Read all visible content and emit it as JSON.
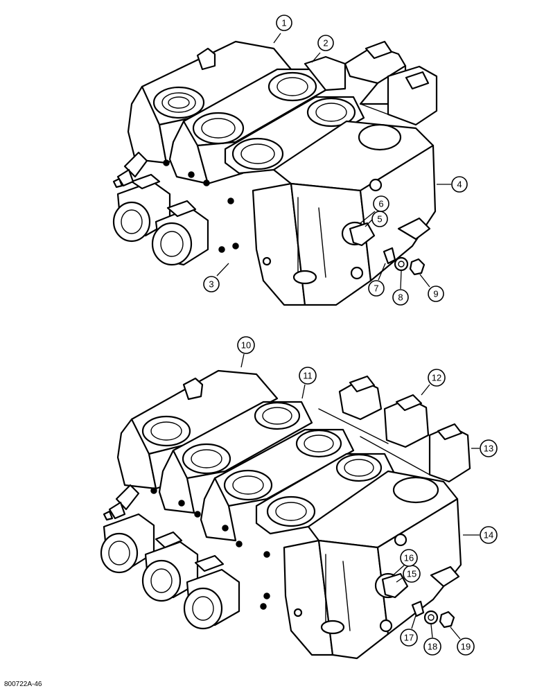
{
  "figure": {
    "reference": "800722A-46",
    "upper_callouts": [
      "1",
      "2",
      "3",
      "4",
      "5",
      "6",
      "7",
      "8",
      "9"
    ],
    "lower_callouts": [
      "10",
      "11",
      "12",
      "13",
      "14",
      "15",
      "16",
      "17",
      "18",
      "19"
    ]
  }
}
